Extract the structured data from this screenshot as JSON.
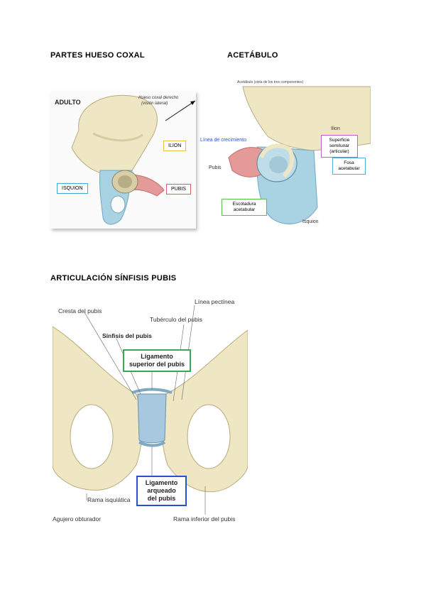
{
  "headings": {
    "coxal": "PARTES HUESO COXAL",
    "acetabulo": "ACETÁBULO",
    "sinfisis": "ARTICULACIÓN SÍNFISIS PUBIS"
  },
  "coxal_figure": {
    "title": "ADULTO",
    "caption_line1": "Hueso coxal derecho",
    "caption_line2": "(visión lateral)",
    "labels": {
      "ilion": "ILION",
      "isquion": "ISQUION",
      "pubis": "PUBIS"
    }
  },
  "acetabulo_figure": {
    "top_caption": "Acetábulo (vista de los tres componentes)",
    "labels": {
      "ilion": "Ilion",
      "linea": "Línea de crecimiento",
      "superficie": "Superficie semilunar (articular)",
      "fosa": "Fosa acetabular",
      "pubis": "Pubis",
      "escotadura": "Escotadura acetabular",
      "isquion": "Isquion"
    }
  },
  "sinfisis_figure": {
    "labels": {
      "cresta": "Cresta del pubis",
      "linea_pectinea": "Línea pectínea",
      "tuberculo": "Tubérculo del pubis",
      "sinfisis": "Sínfisis del pubis",
      "lig_superior": "Ligamento superior del pubis",
      "lig_arqueado": "Ligamento arqueado del pubis",
      "rama_isquiatica": "Rama isquiática",
      "agujero": "Agujero obturador",
      "rama_inferior": "Rama inferior del pubis"
    }
  },
  "colors": {
    "bone": "#efe6c4",
    "bone_shade": "#d8cba0",
    "ischium_blue": "#a9d2e3",
    "pubis_red": "#e59a9a",
    "ilion_box": "#e8c040",
    "isquion_box": "#3fa9d6",
    "pubis_box": "#d9606a",
    "superficie_box": "#c060c8",
    "fosa_box": "#4fb0e0",
    "escotadura_box": "#5cc04a",
    "lig_sup_box": "#3aa85a",
    "lig_arq_box": "#2a4fd0"
  }
}
